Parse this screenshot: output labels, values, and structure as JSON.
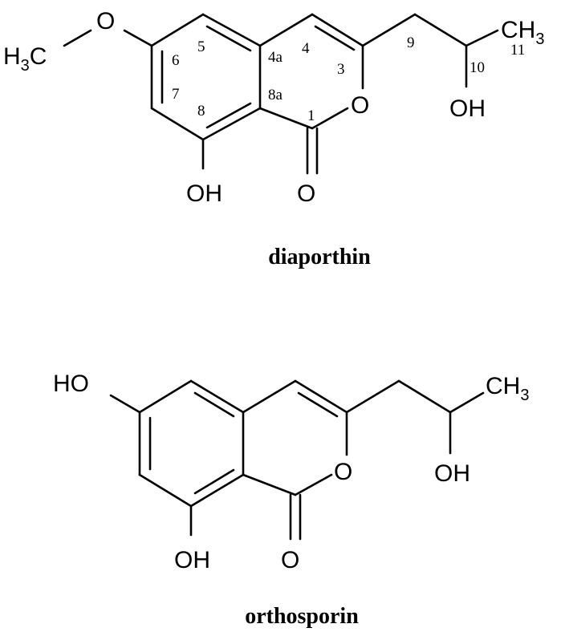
{
  "molecules": [
    {
      "name": "diaporthin",
      "atom_labels": {
        "methoxy_o": "O",
        "methyl_h3c": "H",
        "methyl_sub": "3",
        "methyl_c": "C",
        "ring_o": "O",
        "carbonyl_o": "O",
        "phenol_oh": "OH",
        "side_oh": "OH",
        "terminal_ch": "CH",
        "terminal_sub": "3"
      },
      "numbering": [
        "1",
        "3",
        "4",
        "4a",
        "5",
        "6",
        "7",
        "8",
        "8a",
        "9",
        "10",
        "11"
      ]
    },
    {
      "name": "orthosporin",
      "atom_labels": {
        "hydroxy_top": "HO",
        "ring_o": "O",
        "carbonyl_o": "O",
        "phenol_oh": "OH",
        "side_oh": "OH",
        "terminal_ch": "CH",
        "terminal_sub": "3"
      }
    }
  ]
}
